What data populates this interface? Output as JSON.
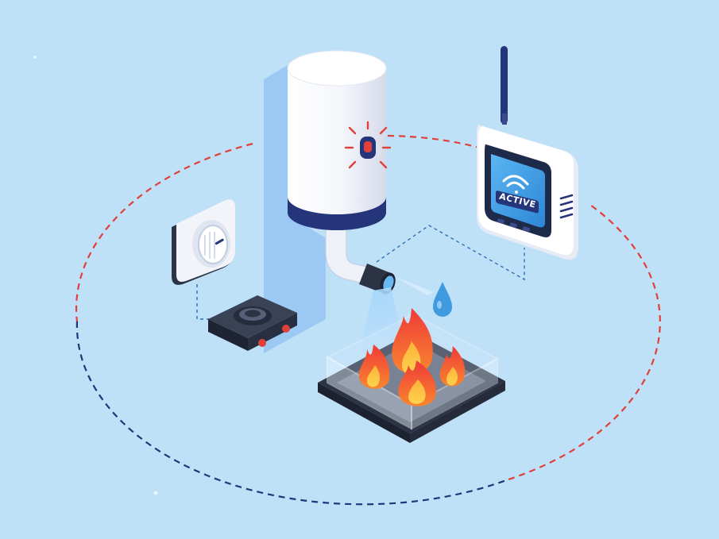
{
  "monitor": {
    "screen_label": "ACTIVE"
  },
  "colors": {
    "background": "#bfe1f8",
    "alert_red": "#e0403a",
    "navy": "#24357a",
    "link_blue": "#2f6fb5",
    "flame_orange": "#f6782c",
    "water_blue": "#3f9ae0"
  },
  "icons": [
    "fire-suppression-tank",
    "alarm-indicator-icon",
    "wireless-monitor",
    "wifi-icon",
    "dial-control-panel",
    "control-module",
    "spray-nozzle",
    "water-drop-icon",
    "fire-tray",
    "flame-icon"
  ]
}
